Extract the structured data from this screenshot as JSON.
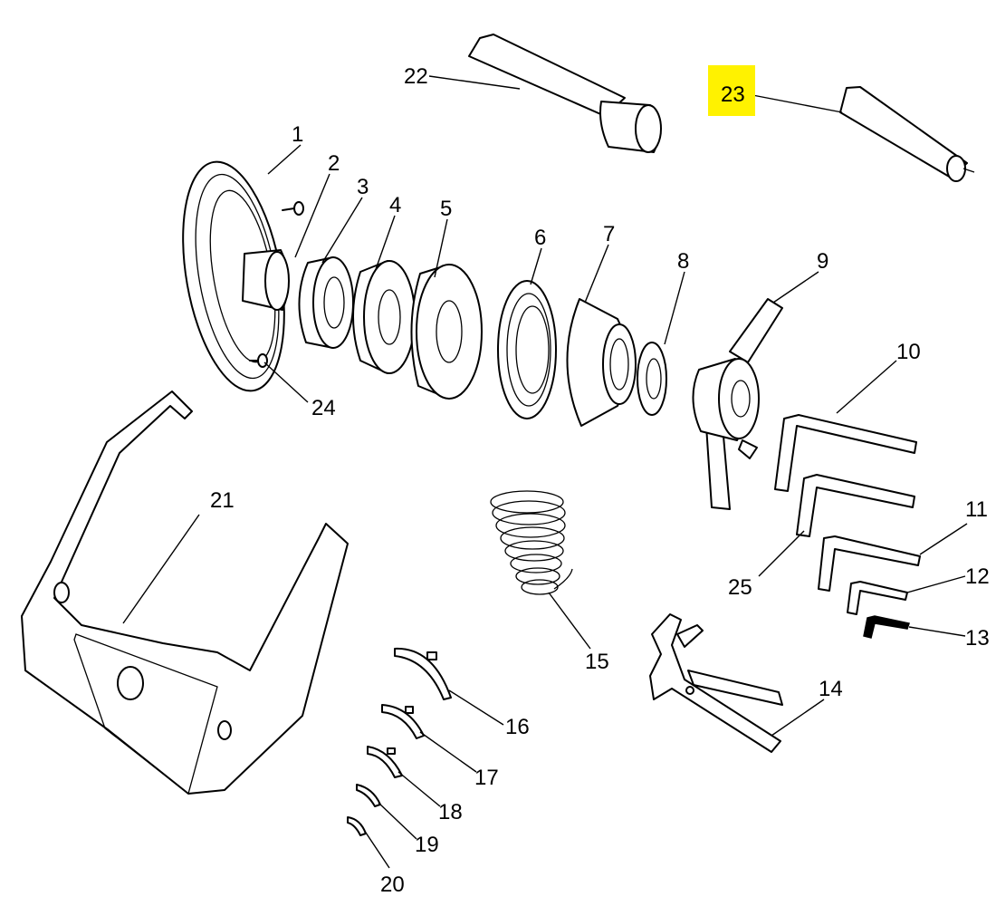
{
  "colors": {
    "line": "#000000",
    "background": "#ffffff",
    "highlight": "#fff200"
  },
  "highlighted_label": "23",
  "labels": {
    "l1": "1",
    "l2": "2",
    "l3": "3",
    "l4": "4",
    "l5": "5",
    "l6": "6",
    "l7": "7",
    "l8": "8",
    "l9": "9",
    "l10": "10",
    "l11": "11",
    "l12": "12",
    "l13": "13",
    "l14": "14",
    "l15": "15",
    "l16": "16",
    "l17": "17",
    "l18": "18",
    "l19": "19",
    "l20": "20",
    "l21": "21",
    "l22": "22",
    "l23": "23",
    "l24": "24",
    "l25": "25"
  }
}
